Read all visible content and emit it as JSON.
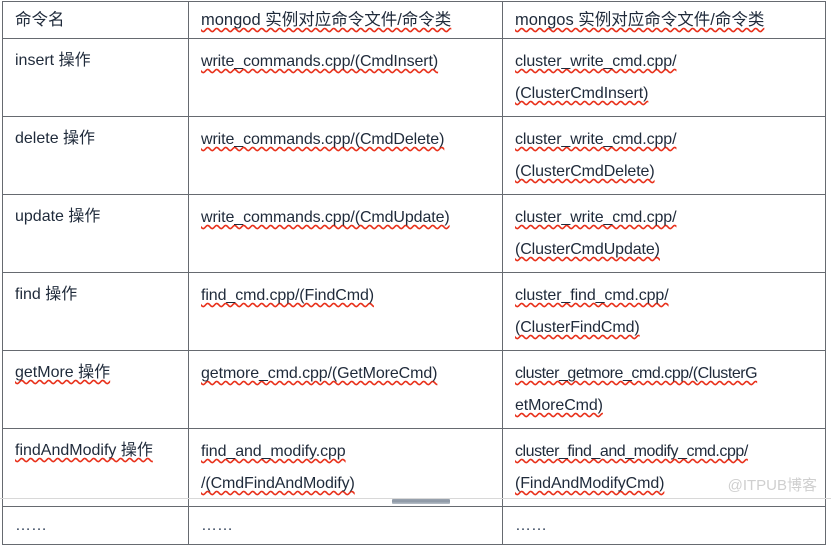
{
  "document": {
    "type": "table",
    "watermark": "@ITPUB博客"
  },
  "table": {
    "columns": [
      {
        "header": "命令名",
        "key": "command"
      },
      {
        "header": "mongod 实例对应命令文件/命令类",
        "key": "mongod"
      },
      {
        "header": "mongos 实例对应命令文件/命令类",
        "key": "mongos"
      }
    ],
    "rows": [
      {
        "command": "insert 操作",
        "mongod_lines": [
          "write_commands.cpp/(CmdInsert)"
        ],
        "mongos_lines": [
          "cluster_write_cmd.cpp/",
          "(ClusterCmdInsert)"
        ]
      },
      {
        "command": "delete 操作",
        "mongod_lines": [
          "write_commands.cpp/(CmdDelete)"
        ],
        "mongos_lines": [
          "cluster_write_cmd.cpp/",
          "(ClusterCmdDelete)"
        ]
      },
      {
        "command": "update 操作",
        "mongod_lines": [
          "write_commands.cpp/(CmdUpdate)"
        ],
        "mongos_lines": [
          "cluster_write_cmd.cpp/",
          "(ClusterCmdUpdate)"
        ]
      },
      {
        "command": "find 操作",
        "mongod_lines": [
          "find_cmd.cpp/(FindCmd)"
        ],
        "mongos_lines": [
          "cluster_find_cmd.cpp/",
          "(ClusterFindCmd)"
        ]
      },
      {
        "command": "getMore 操作",
        "mongod_lines": [
          "getmore_cmd.cpp/(GetMoreCmd)"
        ],
        "mongos_lines": [
          "cluster_getmore_cmd.cpp/(ClusterG",
          "etMoreCmd)"
        ]
      },
      {
        "command": "findAndModify 操作",
        "mongod_lines": [
          "find_and_modify.cpp",
          "/(CmdFindAndModify)"
        ],
        "mongos_lines": [
          "cluster_find_and_modify_cmd.cpp/",
          "(FindAndModifyCmd)"
        ]
      },
      {
        "command": "……",
        "mongod_lines": [
          "……"
        ],
        "mongos_lines": [
          "……"
        ]
      }
    ]
  },
  "style": {
    "text_color": "#1f2a3a",
    "border_color": "#666a70",
    "spellcheck_underline_color": "#e8301a",
    "watermark_color": "#cfcfcf",
    "background": "#ffffff"
  }
}
